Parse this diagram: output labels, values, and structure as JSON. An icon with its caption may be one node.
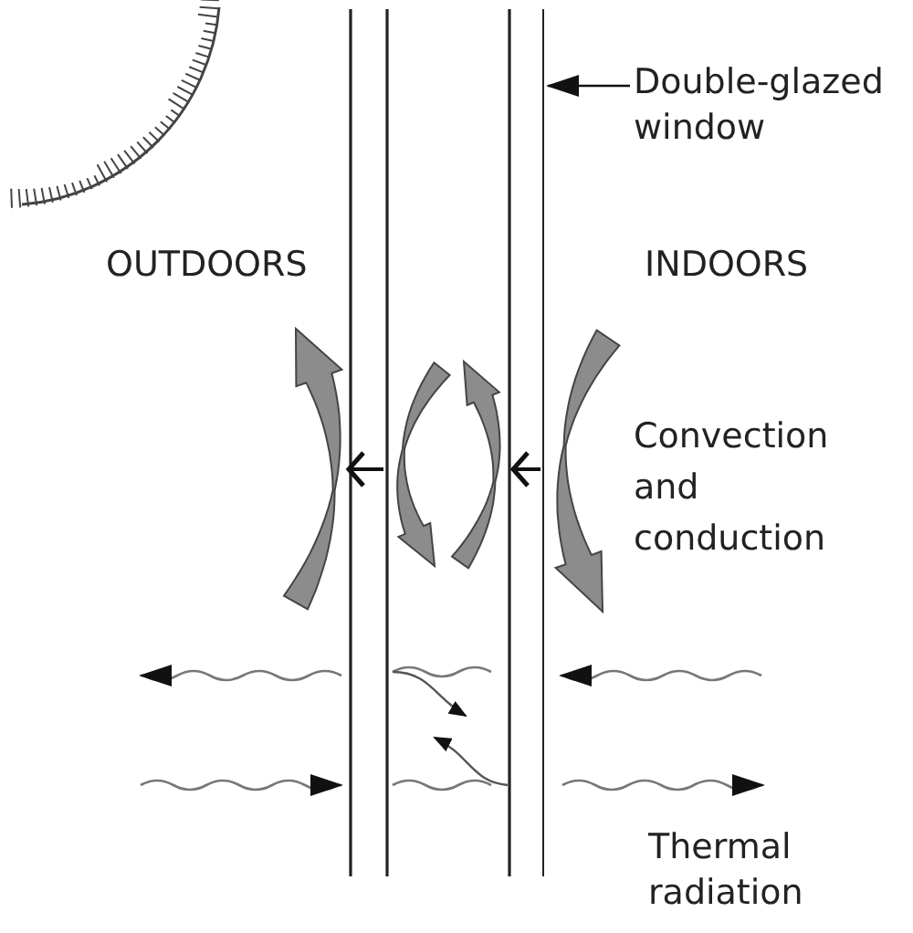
{
  "diagram": {
    "nodes": [
      {
        "text": [
          "Double-glazed window"
        ]
      },
      {
        "text": [],
        "shape": "bar"
      }
    ],
    "edges": [
      {
        "from": 0,
        "to": 1,
        "arrow": "to"
      }
    ],
    "labels": [
      "OUTDOORS",
      "INDOORS",
      "Convection and conduction",
      "Thermal radiation"
    ]
  }
}
